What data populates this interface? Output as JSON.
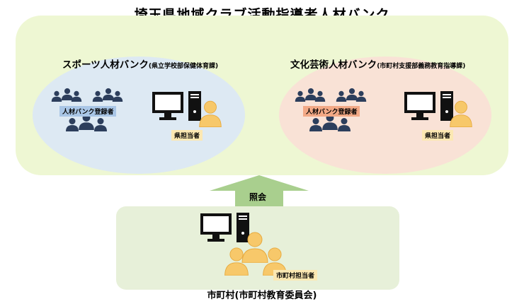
{
  "title": "埼玉県地域クラブ活動指導者人材バンク",
  "sports_bank": {
    "name": "スポーツ人材バンク",
    "dept": "(県立学校部保健体育課)",
    "registrant_tag": "人材バンク登録者",
    "officer_tag": "県担当者"
  },
  "culture_bank": {
    "name": "文化芸術人材バンク",
    "dept": "(市町村支援部義務教育指導課)",
    "registrant_tag": "人材バンク登録者",
    "officer_tag": "県担当者"
  },
  "arrow": {
    "label": "照会"
  },
  "municipality": {
    "officer_tag": "市町村担当者",
    "label": "市町村(市町村教育委員会)"
  },
  "colors": {
    "outer_bg": "#eef7d3",
    "sports_bg": "#dde9f3",
    "culture_bg": "#f9e2d6",
    "person_dark": "#2c3e5c",
    "person_yellow": "#f7c86a",
    "arrow_fill": "#a9cf8e",
    "bottom_bg": "#e7f0d9"
  },
  "icons": [
    "people-group-icon",
    "computer-icon",
    "person-icon",
    "up-arrow-icon"
  ]
}
